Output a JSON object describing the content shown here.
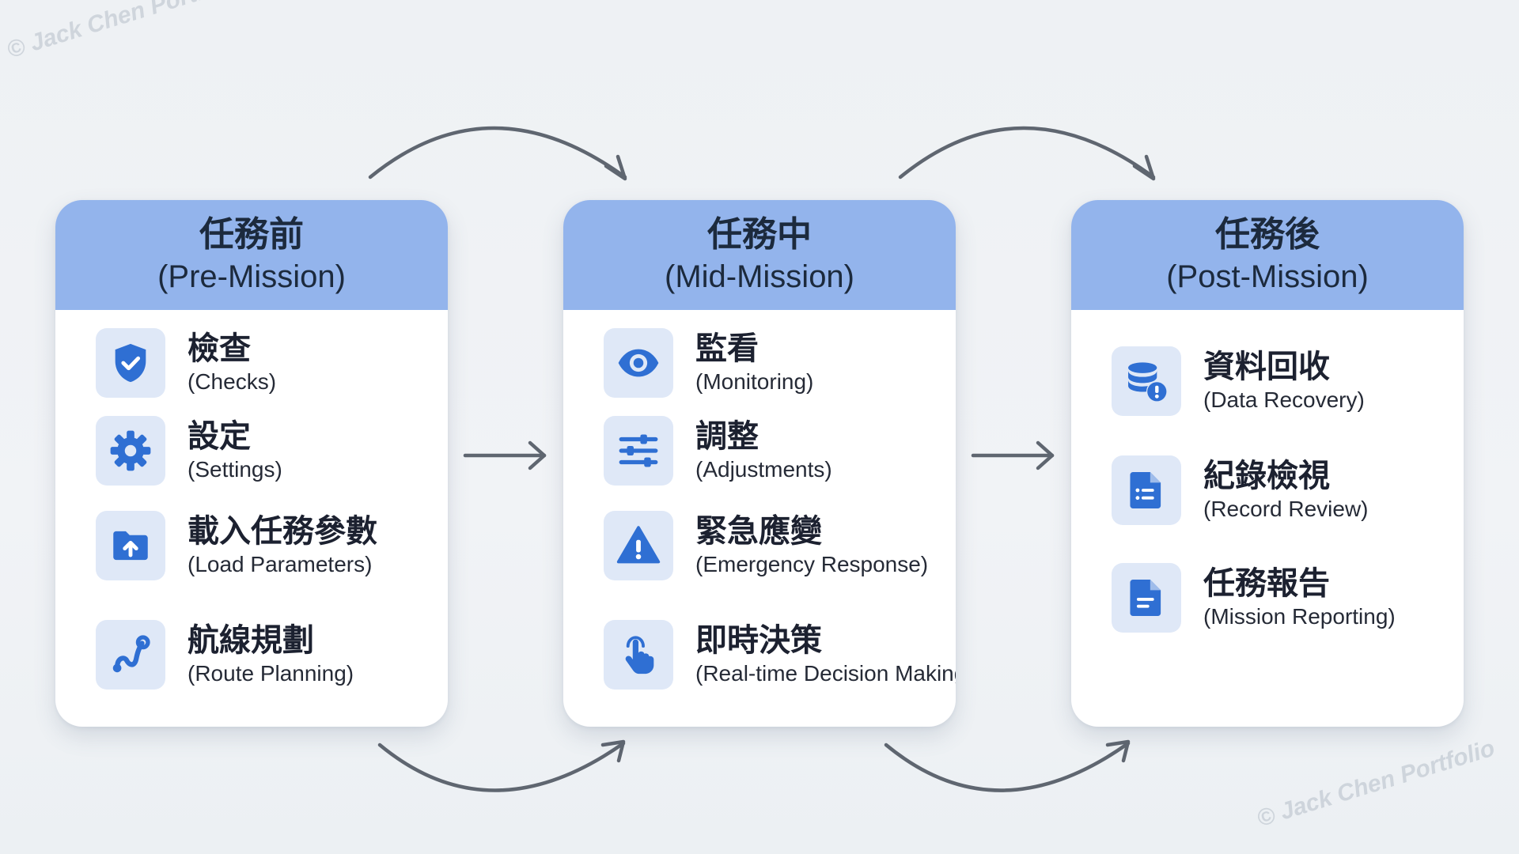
{
  "watermark": "© Jack Chen Portfolio",
  "accent_color": "#93b4ec",
  "icon_color": "#2f6fd3",
  "stages": [
    {
      "title": "任務前",
      "subtitle": "(Pre-Mission)",
      "items": [
        {
          "title": "檢查",
          "subtitle": "(Checks)",
          "icon": "shield-check-icon"
        },
        {
          "title": "設定",
          "subtitle": "(Settings)",
          "icon": "gear-icon"
        },
        {
          "title": "載入任務參數",
          "subtitle": "(Load Parameters)",
          "icon": "folder-upload-icon"
        },
        {
          "title": "航線規劃",
          "subtitle": "(Route Planning)",
          "icon": "route-icon"
        }
      ]
    },
    {
      "title": "任務中",
      "subtitle": "(Mid-Mission)",
      "items": [
        {
          "title": "監看",
          "subtitle": "(Monitoring)",
          "icon": "eye-icon"
        },
        {
          "title": "調整",
          "subtitle": "(Adjustments)",
          "icon": "sliders-icon"
        },
        {
          "title": "緊急應變",
          "subtitle": "(Emergency Response)",
          "icon": "warning-icon"
        },
        {
          "title": "即時決策",
          "subtitle": "(Real-time Decision Making)",
          "icon": "touch-icon"
        }
      ]
    },
    {
      "title": "任務後",
      "subtitle": "(Post-Mission)",
      "items": [
        {
          "title": "資料回收",
          "subtitle": "(Data Recovery)",
          "icon": "database-alert-icon"
        },
        {
          "title": "紀錄檢視",
          "subtitle": "(Record Review)",
          "icon": "document-list-icon"
        },
        {
          "title": "任務報告",
          "subtitle": "(Mission Reporting)",
          "icon": "document-icon"
        }
      ]
    }
  ]
}
